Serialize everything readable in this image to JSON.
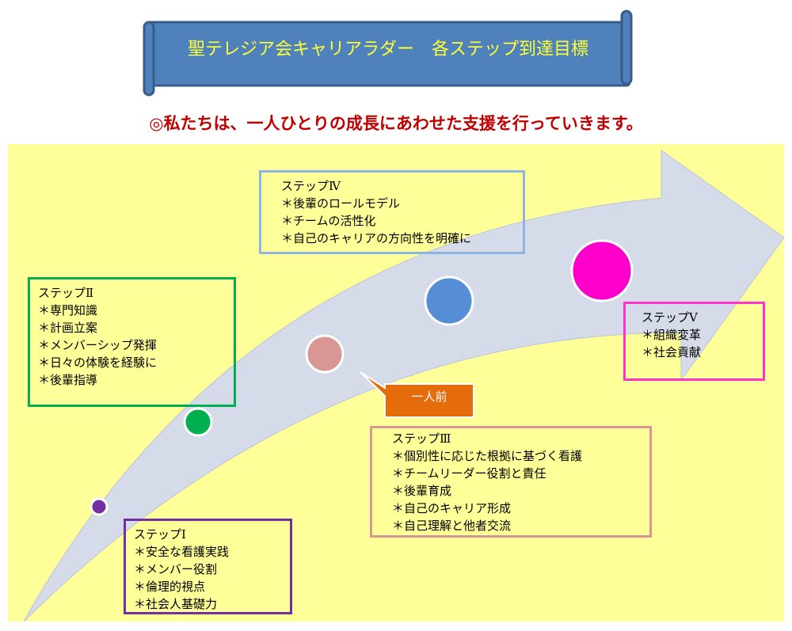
{
  "title": "聖テレジア会キャリアラダー　各ステップ到達目標",
  "subtitle": "◎私たちは、一人ひとりの成長にあわせた支援を行っていきます。",
  "callout": "一人前",
  "steps": {
    "s1": {
      "label": "ステップⅠ",
      "items": [
        "＊安全な看護実践",
        "＊メンバー役割",
        "＊倫理的視点",
        "＊社会人基礎力"
      ]
    },
    "s2": {
      "label": "ステップⅡ",
      "items": [
        "＊専門知識",
        "＊計画立案",
        "＊メンバーシップ発揮",
        "＊日々の体験を経験に",
        "＊後輩指導"
      ]
    },
    "s3": {
      "label": "ステップⅢ",
      "items": [
        "＊個別性に応じた根拠に基づく看護",
        "＊チームリーダー役割と責任",
        "＊後輩育成",
        "＊自己のキャリア形成",
        "＊自己理解と他者交流"
      ]
    },
    "s4": {
      "label": "ステップⅣ",
      "items": [
        "＊後輩のロールモデル",
        "＊チームの活性化",
        "＊自己のキャリアの方向性を明確に"
      ]
    },
    "s5": {
      "label": "ステップⅤ",
      "items": [
        "＊組織変革",
        "＊社会貢献"
      ]
    }
  },
  "colors": {
    "s1": "#7030a0",
    "s2": "#00b050",
    "s3": "#d99694",
    "s4": "#558ed5",
    "s5": "#ff00cc",
    "callout": "#e46c0a"
  }
}
